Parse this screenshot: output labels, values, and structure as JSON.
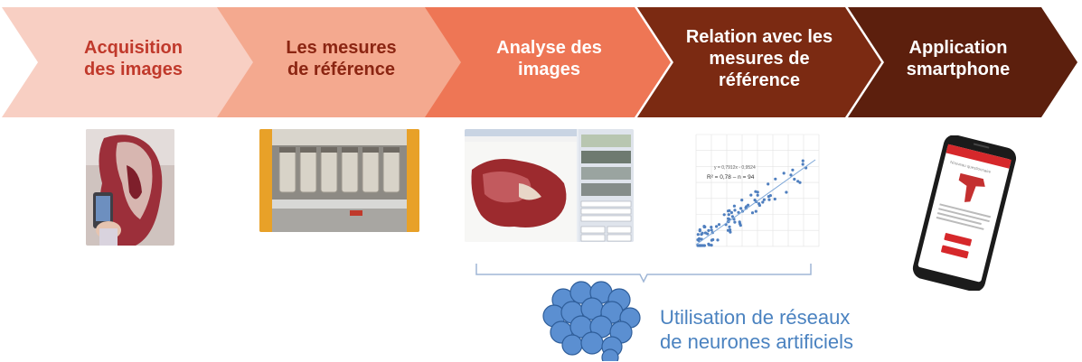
{
  "steps": [
    {
      "label": "Acquisition\ndes images",
      "fill": "#F8CFC3",
      "text_color": "#C0392B"
    },
    {
      "label": "Les mesures\nde référence",
      "fill": "#F4A98F",
      "text_color": "#8B2512"
    },
    {
      "label": "Analyse des\nimages",
      "fill": "#EE7655",
      "text_color": "#ffffff"
    },
    {
      "label": "Relation avec les\nmesures de\nréférence",
      "fill": "#7B2A12",
      "text_color": "#ffffff"
    },
    {
      "label": "Application\nsmartphone",
      "fill": "#5C1F0D",
      "text_color": "#ffffff"
    }
  ],
  "bottom": {
    "caption": "Utilisation de réseaux\nde neurones artificiels",
    "caption_color": "#4A82C0",
    "brain_color": "#5B8FD1"
  },
  "scatter": {
    "equation": "y = 0,7912x - 0,9524",
    "r2_text": "R² = 0,78 – n = 94"
  },
  "phone": {
    "title": "Nouveau questionnaire"
  }
}
